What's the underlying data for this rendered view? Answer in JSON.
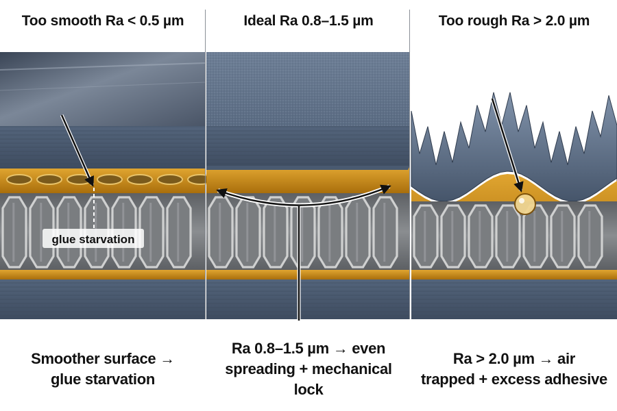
{
  "panels": [
    {
      "title": "Too smooth Ra < 0.5 µm",
      "callout": "glue starvation",
      "caption": [
        "Smoother surface →",
        "glue starvation"
      ]
    },
    {
      "title": "Ideal Ra 0.8–1.5 µm",
      "caption": [
        "Ra 0.8–1.5 µm → even",
        "spreading + mechanical lock"
      ]
    },
    {
      "title": "Too rough Ra > 2.0 µm",
      "caption": [
        "Ra > 2.0 µm → air",
        "trapped + excess adhesive"
      ]
    }
  ],
  "colors": {
    "skin": "#4c5c72",
    "skin_light": "#7f8fa3",
    "adhesive": "#c98a16",
    "honeycomb_wall": "#cfd0d0",
    "cell_shadow": "#6c6f72"
  }
}
